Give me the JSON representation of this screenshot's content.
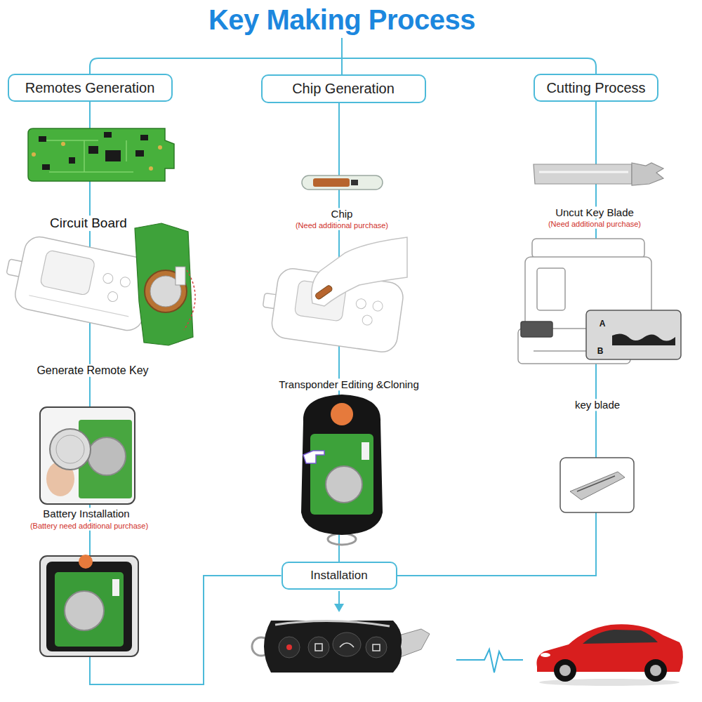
{
  "diagram": {
    "title": "Key Making Process",
    "nodes": [
      {
        "text": [
          "Remotes Generation"
        ]
      },
      {
        "text": [
          "Chip Generation"
        ]
      },
      {
        "text": [
          "Cutting Process"
        ]
      },
      {
        "text": [
          "Installation"
        ]
      }
    ],
    "edges": [
      {
        "from": 0,
        "to": 3,
        "arrow": "none"
      },
      {
        "from": 1,
        "to": 3,
        "arrow": "none"
      },
      {
        "from": 2,
        "to": 3,
        "arrow": "none"
      }
    ],
    "labels": [
      "Circuit Board",
      "Generate Remote Key",
      "Battery Installation",
      "(Battery need additional purchase)",
      "Chip",
      "(Need additional purchase)",
      "Transponder Editing &Cloning",
      "Uncut Key Blade",
      "(Need additional purchase)",
      "A",
      "B",
      "key blade"
    ]
  }
}
